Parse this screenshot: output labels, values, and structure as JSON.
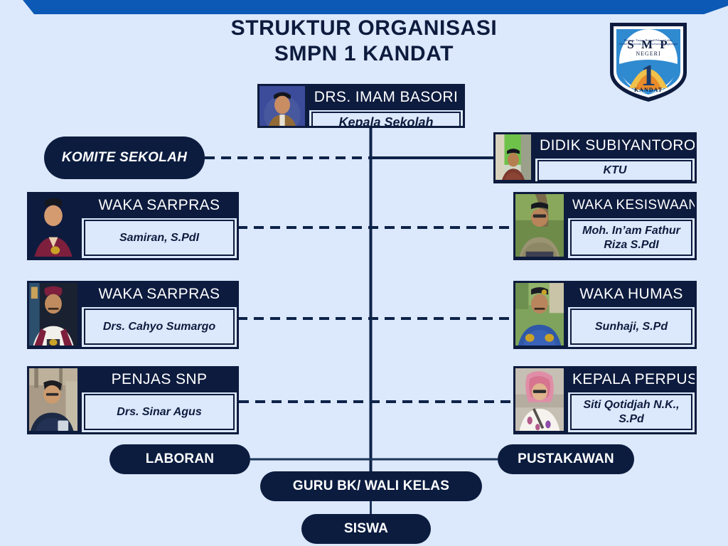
{
  "header": {
    "title_line1": "STRUKTUR ORGANISASI",
    "title_line2": "SMPN 1 KANDAT",
    "banner_color": "#0b58b5",
    "title_color": "#0d1b3e",
    "background_color": "#dce8fb"
  },
  "logo": {
    "name": "smpn-1-kandat-logo",
    "motto": "Beriman, Taqwa, Berbudi Pekerti Luhur, Cerdas Berprestasi dan Berwawasan Lingkungan",
    "line_smp": "S M P",
    "line_negeri": "NEGERI",
    "numeral": "1",
    "line_kandat": "KANDAT"
  },
  "nodes": {
    "principal": {
      "title": "DRS. IMAM BASORI",
      "role": "Kepala Sekolah",
      "photo_name": "photo-imam-basori"
    },
    "ktu": {
      "title": "DIDIK SUBIYANTORO",
      "role": "KTU",
      "photo_name": "photo-didik-subiyantoro"
    },
    "komite": {
      "label": "KOMITE SEKOLAH"
    },
    "waka_sarpras_1": {
      "title": "WAKA SARPRAS",
      "role": "Samiran, S.PdI",
      "photo_name": "photo-samiran"
    },
    "waka_kesiswaan": {
      "title": "WAKA KESISWAAN",
      "role": "Moh. In’am Fathur Riza S.PdI",
      "photo_name": "photo-moh-inam-fathur-riza"
    },
    "waka_sarpras_2": {
      "title": "WAKA SARPRAS",
      "role": "Drs. Cahyo Sumargo",
      "photo_name": "photo-cahyo-sumargo"
    },
    "waka_humas": {
      "title": "WAKA HUMAS",
      "role": "Sunhaji, S.Pd",
      "photo_name": "photo-sunhaji"
    },
    "penjas_snp": {
      "title": "PENJAS SNP",
      "role": "Drs. Sinar Agus",
      "photo_name": "photo-sinar-agus"
    },
    "kepala_perpus": {
      "title": "KEPALA PERPUS",
      "role": "Siti Qotidjah N.K., S.Pd",
      "photo_name": "photo-siti-qotidjah"
    },
    "laboran": {
      "label": "LABORAN"
    },
    "pustakawan": {
      "label": "PUSTAKAWAN"
    },
    "guru_bk": {
      "label": "GURU BK/ WALI KELAS"
    },
    "siswa": {
      "label": "SISWA"
    }
  },
  "style": {
    "node_navy": "#0d1b3e",
    "pill_navy": "#0b1c3f",
    "panel_light": "#dce8fb",
    "connector_color": "#0d2348"
  }
}
